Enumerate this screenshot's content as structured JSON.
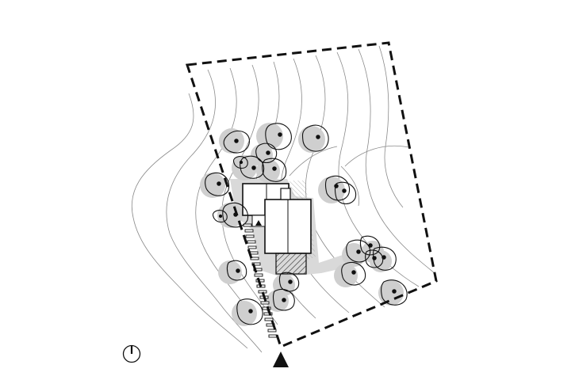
{
  "diagram": {
    "kind": "architectural site plan",
    "colors": {
      "line": "#111111",
      "contour": "#8a8a8a",
      "tree_shadow": "#cfcfcf",
      "paving": "#d9d9d9",
      "background": "#ffffff"
    },
    "icons": {
      "north_arrow": "north-arrow-icon",
      "entry_marker": "entry-triangle-icon",
      "front_door": "door-triangle-icon"
    },
    "tree_count": 22,
    "step_count": 21
  }
}
